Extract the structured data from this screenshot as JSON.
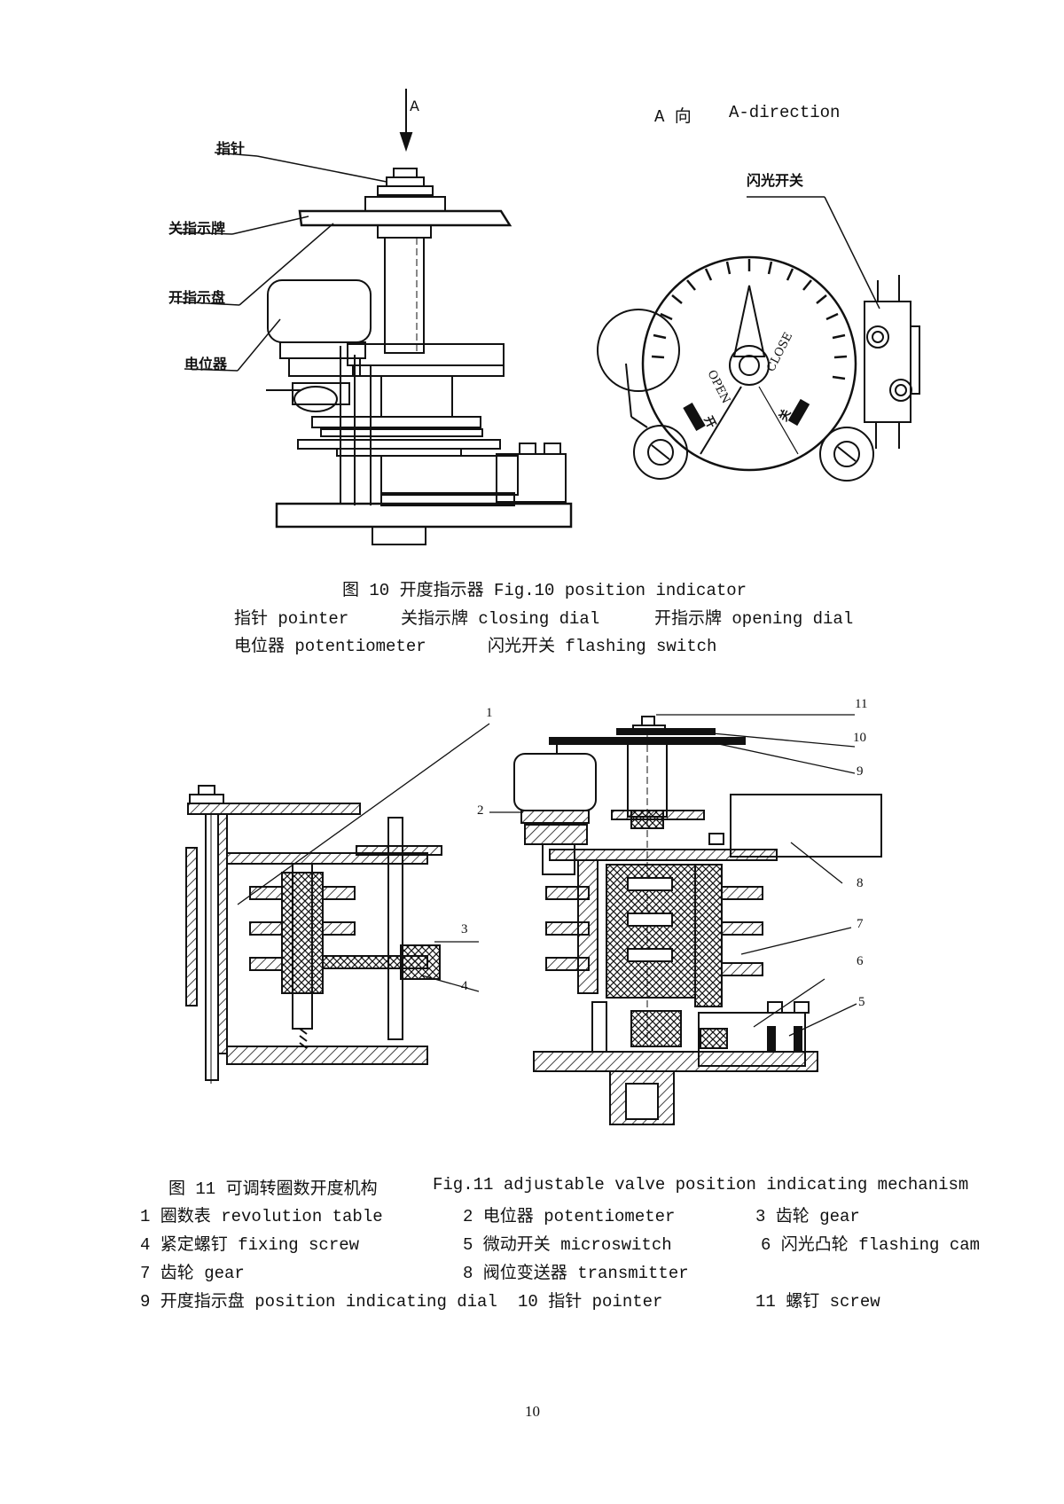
{
  "fig10": {
    "arrow_label": "A",
    "a_direction_zh": "A 向",
    "a_direction_en": "A-direction",
    "labels": {
      "pointer": "指针",
      "closing_dial": "关指示牌",
      "opening_dial": "开指示盘",
      "potentiometer": "电位器",
      "flashing_switch": "闪光开关"
    },
    "dial_text": {
      "open_zh": "开",
      "open_en": "OPEN",
      "close_en": "CLOSE",
      "close_zh": "关"
    },
    "caption_title": "图 10  开度指示器   Fig.10 position indicator",
    "legend_row1": [
      "指针 pointer",
      "关指示牌 closing dial",
      "开指示牌 opening dial"
    ],
    "legend_row2": [
      "电位器 potentiometer",
      "闪光开关 flashing switch"
    ]
  },
  "fig11": {
    "callouts": [
      "1",
      "2",
      "3",
      "4",
      "5",
      "6",
      "7",
      "8",
      "9",
      "10",
      "11"
    ],
    "caption_title_zh": "图 11  可调转圈数开度机构",
    "caption_title_en": "Fig.11 adjustable valve position indicating mechanism",
    "legend": [
      [
        "1  圈数表 revolution table",
        "2  电位器 potentiometer",
        "3 齿轮 gear"
      ],
      [
        "4  紧定螺钉 fixing screw",
        "5 微动开关 microswitch",
        "6  闪光凸轮 flashing cam"
      ],
      [
        "7  齿轮 gear",
        "8  阀位变送器 transmitter",
        ""
      ],
      [
        "9  开度指示盘 position indicating dial",
        "10 指针 pointer",
        "11  螺钉 screw"
      ]
    ]
  },
  "page_number": "10"
}
